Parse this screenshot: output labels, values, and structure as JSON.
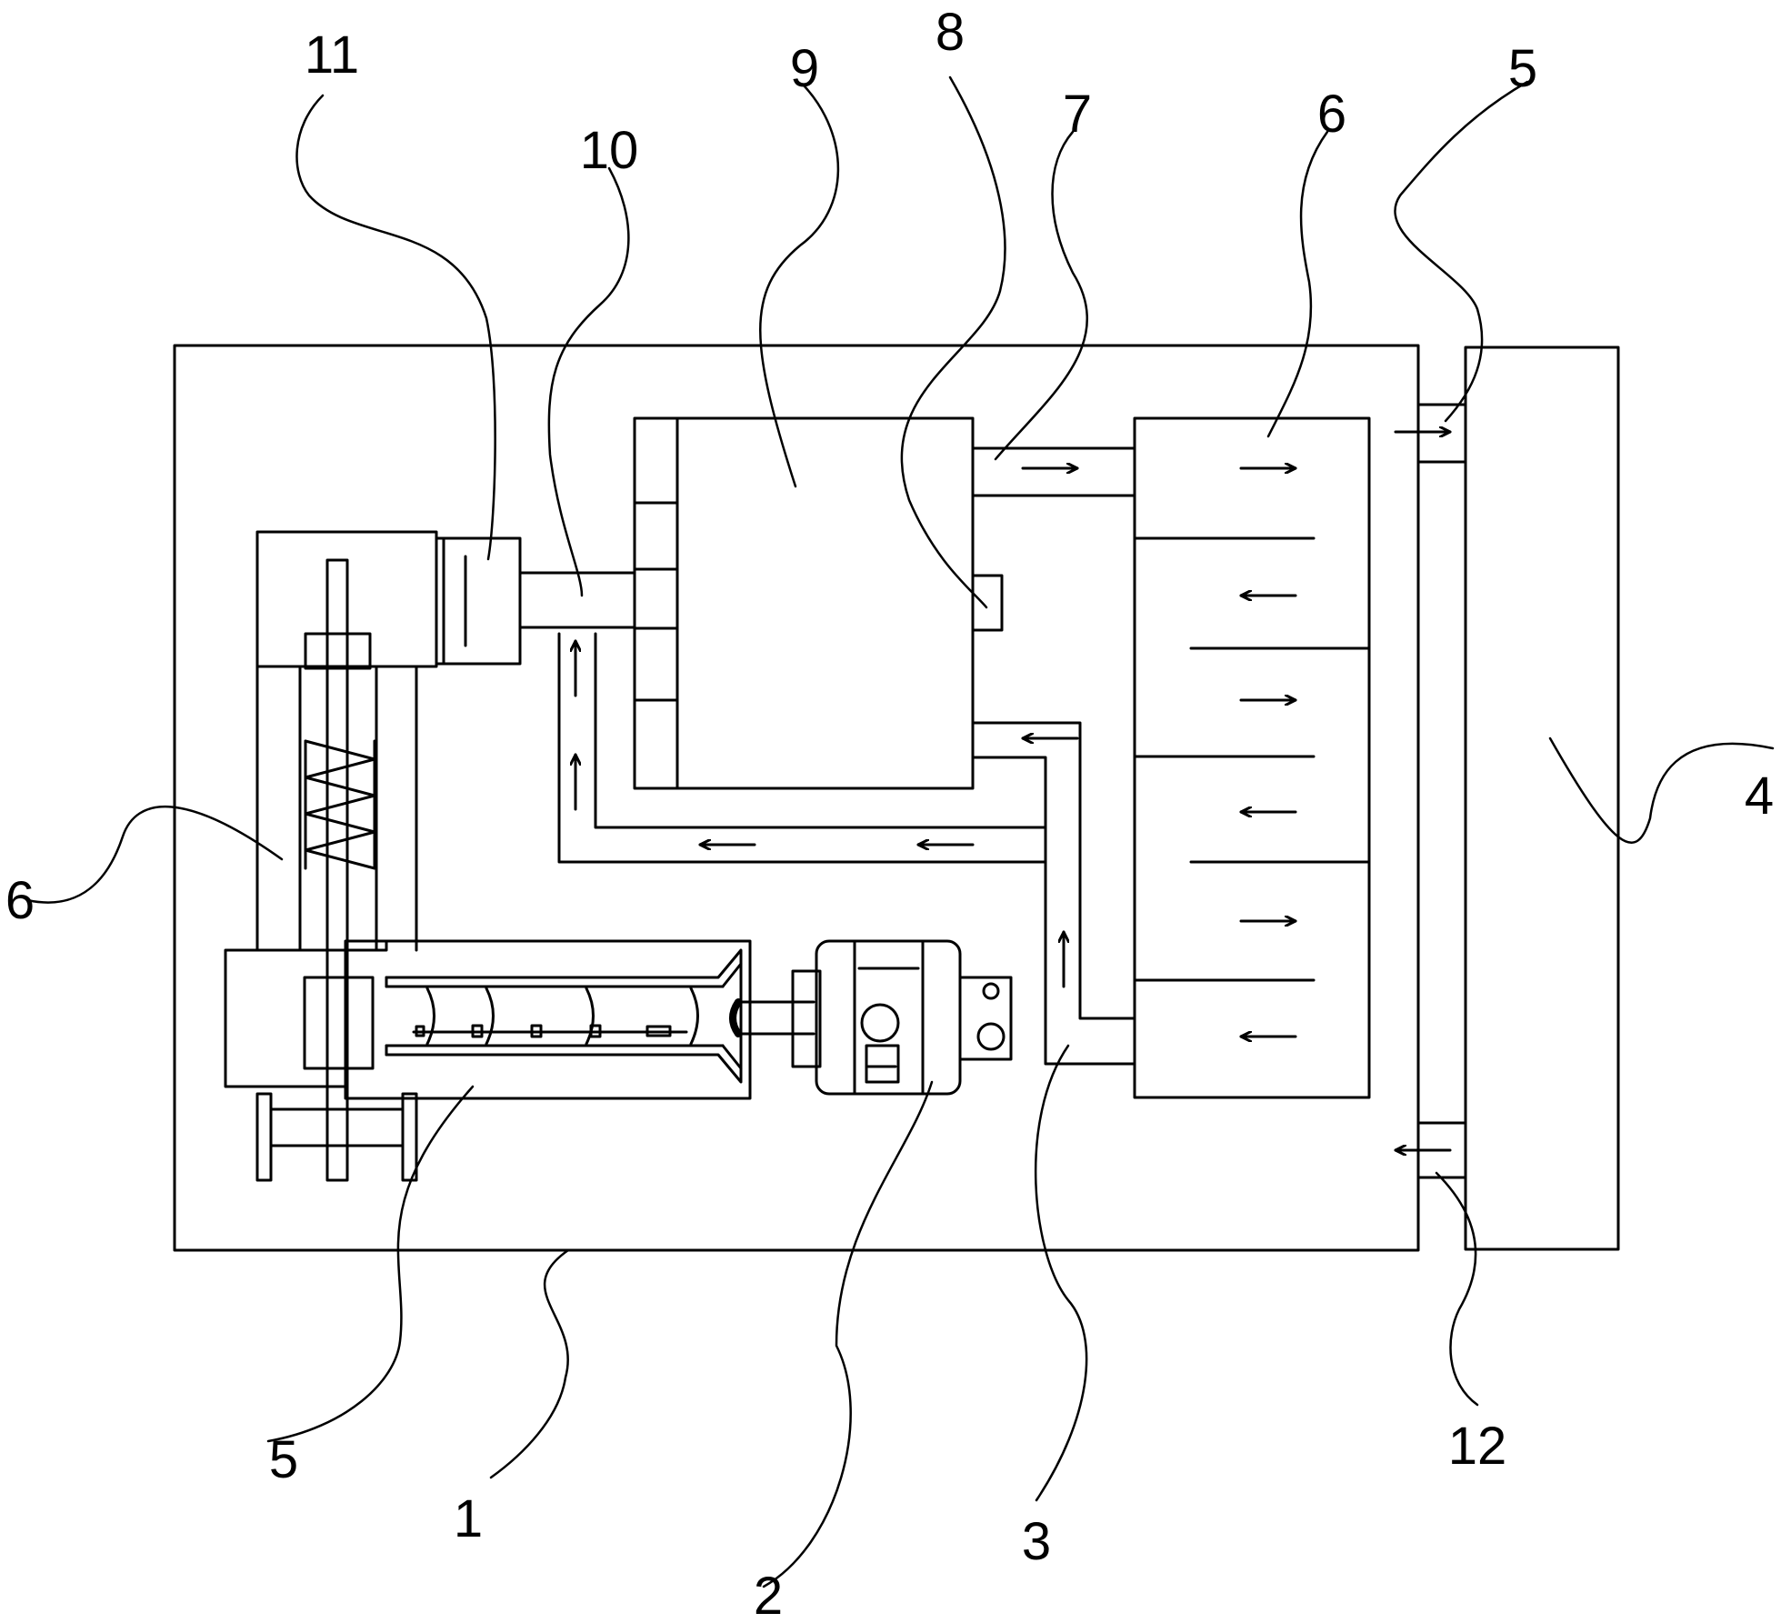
{
  "diagram": {
    "colors": {
      "line": "#000000",
      "background": "#ffffff"
    },
    "callouts": {
      "c1": "1",
      "c2": "2",
      "c3": "3",
      "c4": "4",
      "c5_bottom": "5",
      "c5_top": "5",
      "c6_left": "6",
      "c6_top": "6",
      "c7": "7",
      "c8": "8",
      "c9": "9",
      "c10": "10",
      "c11": "11",
      "c12": "12"
    }
  }
}
